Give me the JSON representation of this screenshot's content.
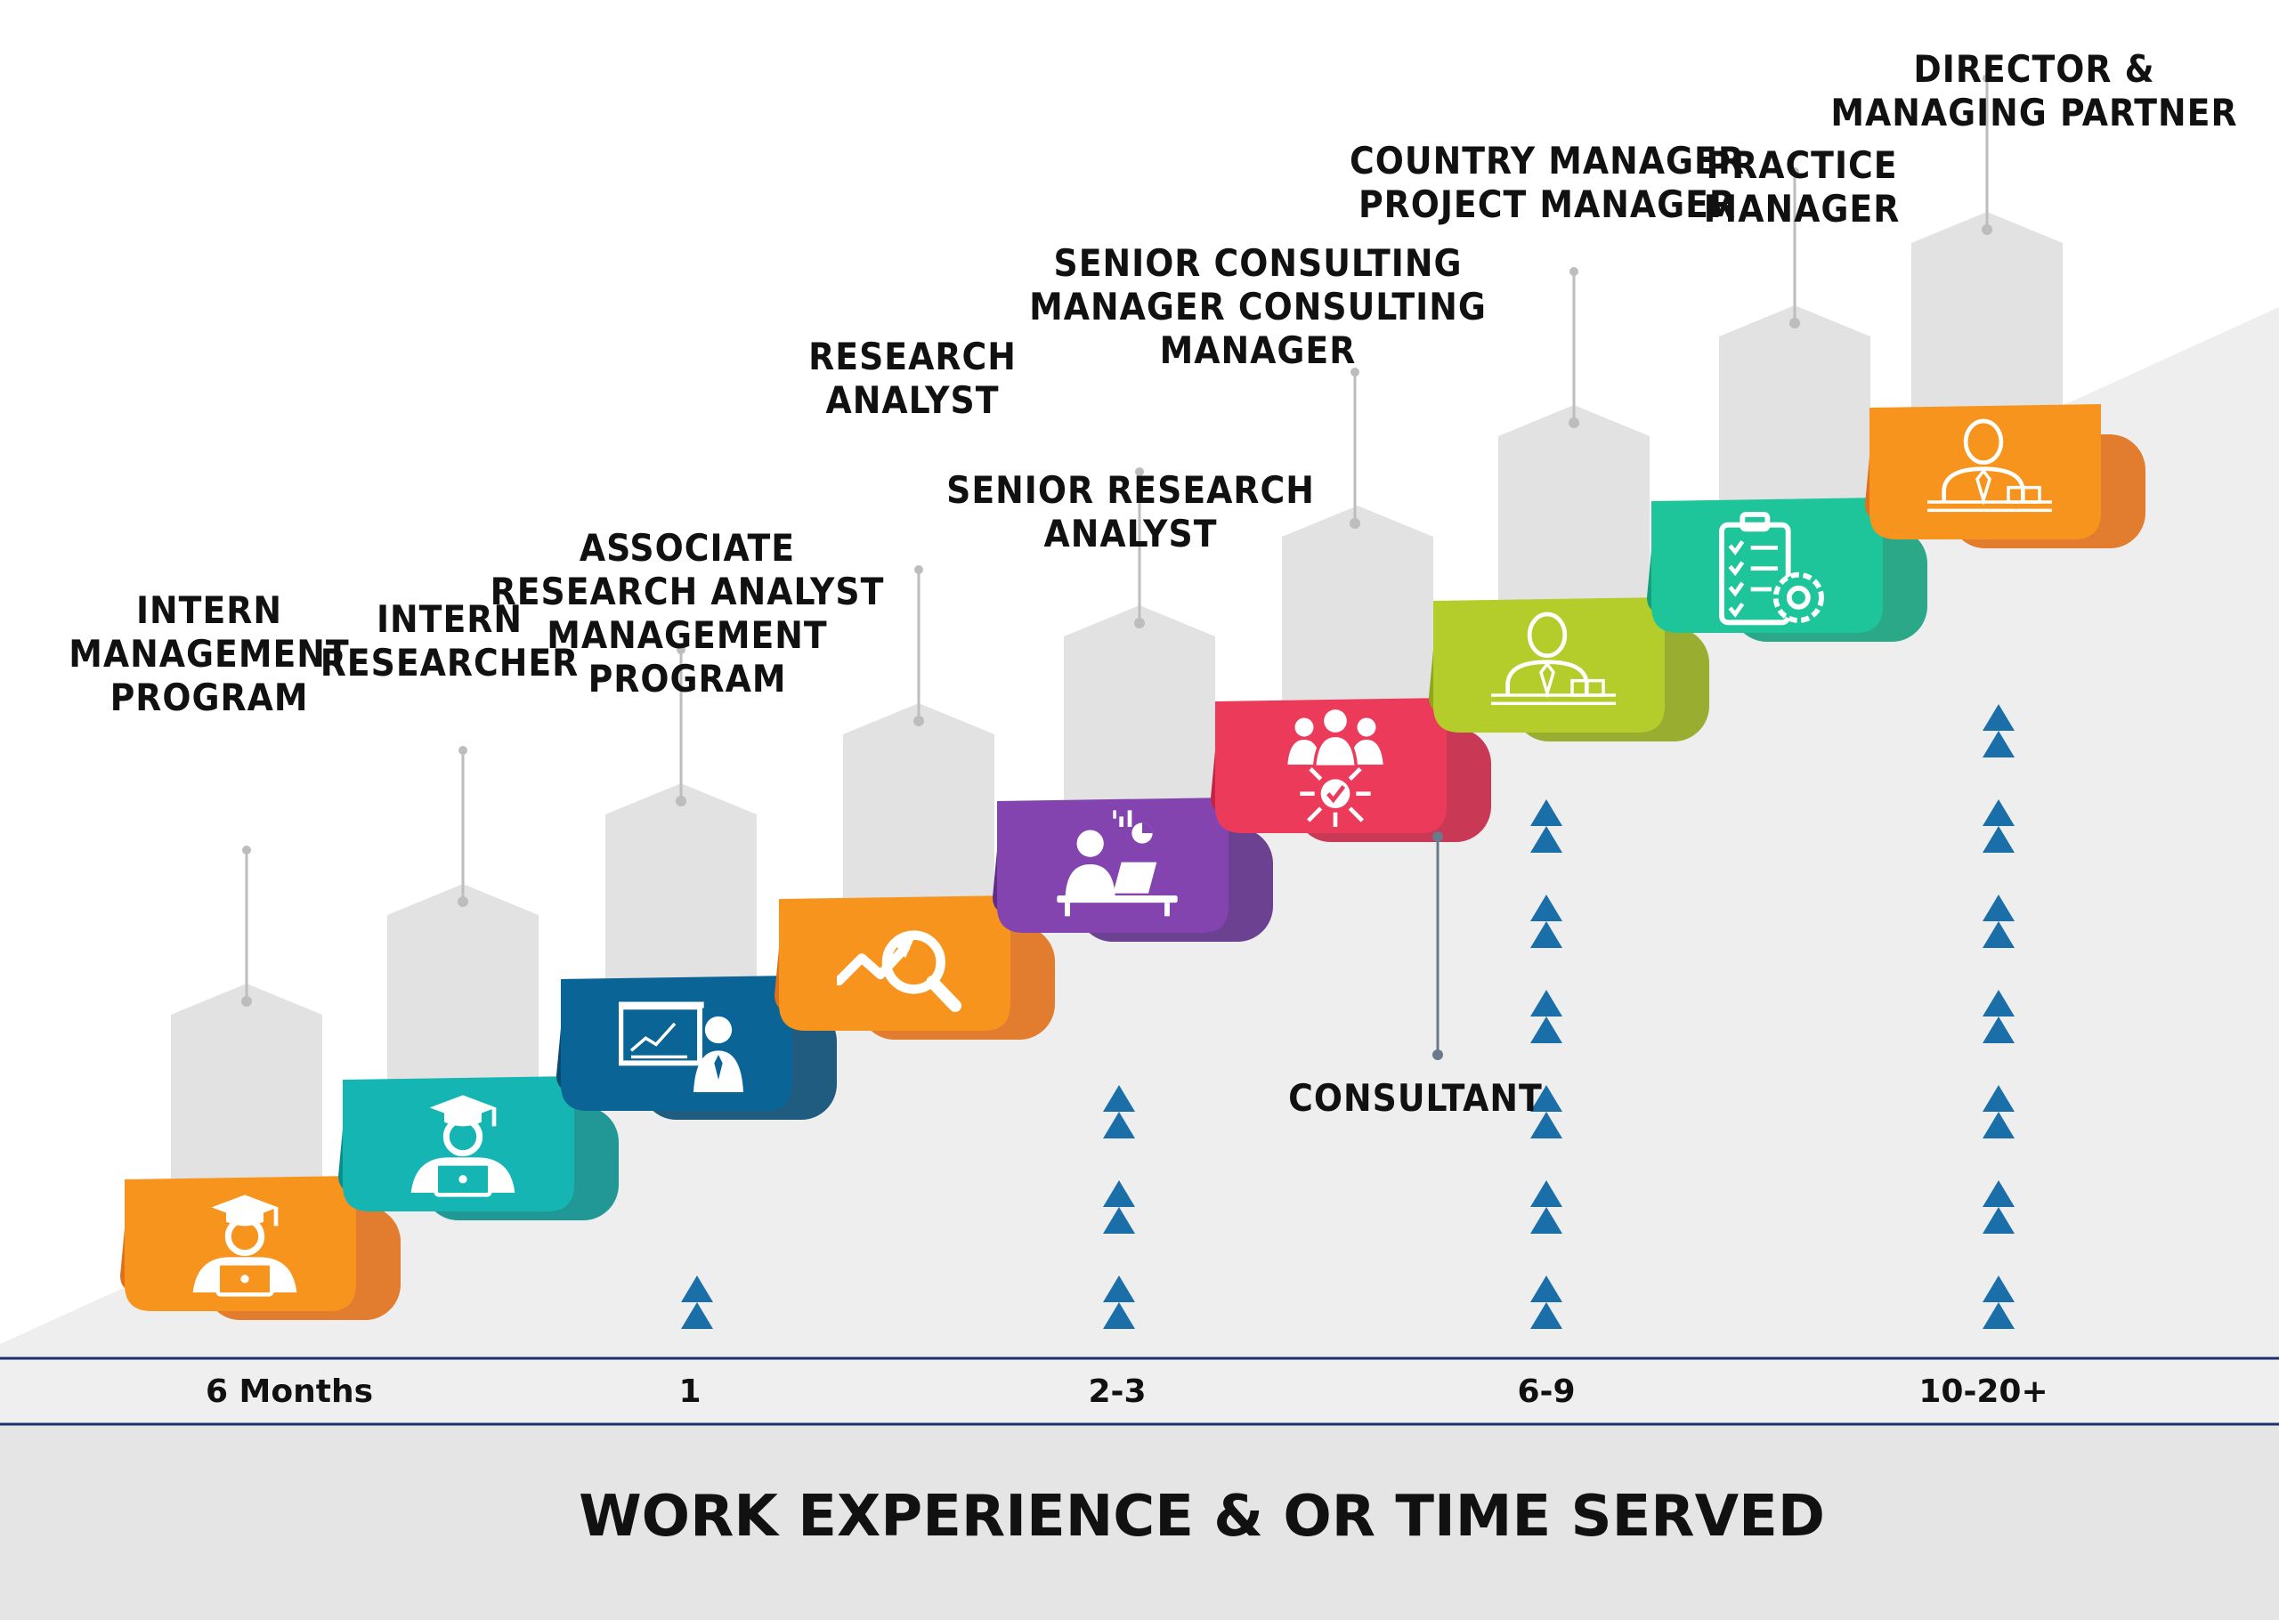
{
  "colors": {
    "orange": "#F7941D",
    "orange_dark": "#E0701A",
    "teal": "#14B5B3",
    "teal_dark": "#0A8E8C",
    "blue": "#0B6496",
    "blue_dark": "#084B72",
    "purple": "#8344B0",
    "purple_dark": "#5E2D87",
    "red": "#EC3A5A",
    "red_dark": "#C42444",
    "lime": "#B5CD2A",
    "lime_dark": "#8FA51C",
    "green": "#1FC59A",
    "green_dark": "#14A07C",
    "arrow_blue": "#1B6FA8",
    "house_gray": "#E2E2E2",
    "bg_gray": "#EEEEEE"
  },
  "steps": [
    {
      "lines": [
        "INTERN",
        "MANAGEMENT",
        "PROGRAM"
      ],
      "icon": "graduate-laptop-icon",
      "color": "orange"
    },
    {
      "lines": [
        "INTERN",
        "RESEARCHER"
      ],
      "icon": "graduate-laptop-icon",
      "color": "teal"
    },
    {
      "lines": [
        "ASSOCIATE",
        "RESEARCH ANALYST",
        "MANAGEMENT",
        "PROGRAM"
      ],
      "icon": "presentation-board-icon",
      "color": "blue"
    },
    {
      "lines": [
        "RESEARCH",
        "ANALYST"
      ],
      "icon": "trend-magnifier-icon",
      "color": "orange"
    },
    {
      "lines": [
        "SENIOR RESEARCH",
        "ANALYST"
      ],
      "icon": "analyst-desk-icon",
      "color": "purple"
    },
    {
      "lines": [
        "SENIOR CONSULTING",
        "MANAGER CONSULTING",
        "MANAGER"
      ],
      "icon": "team-check-icon",
      "color": "red"
    },
    {
      "lines": [
        "COUNTRY MANAGER",
        "PROJECT MANAGER"
      ],
      "icon": "manager-desk-icon",
      "color": "lime"
    },
    {
      "lines": [
        "PRACTICE",
        "MANAGER"
      ],
      "icon": "clipboard-gear-icon",
      "color": "green"
    },
    {
      "lines": [
        "DIRECTOR &",
        "MANAGING PARTNER"
      ],
      "icon": "manager-desk-icon",
      "color": "orange"
    }
  ],
  "consultant_label": "CONSULTANT",
  "timeline": [
    "6 Months",
    "1",
    "2-3",
    "6-9",
    "10-20+"
  ],
  "x_axis_title": "WORK EXPERIENCE & OR TIME SERVED"
}
